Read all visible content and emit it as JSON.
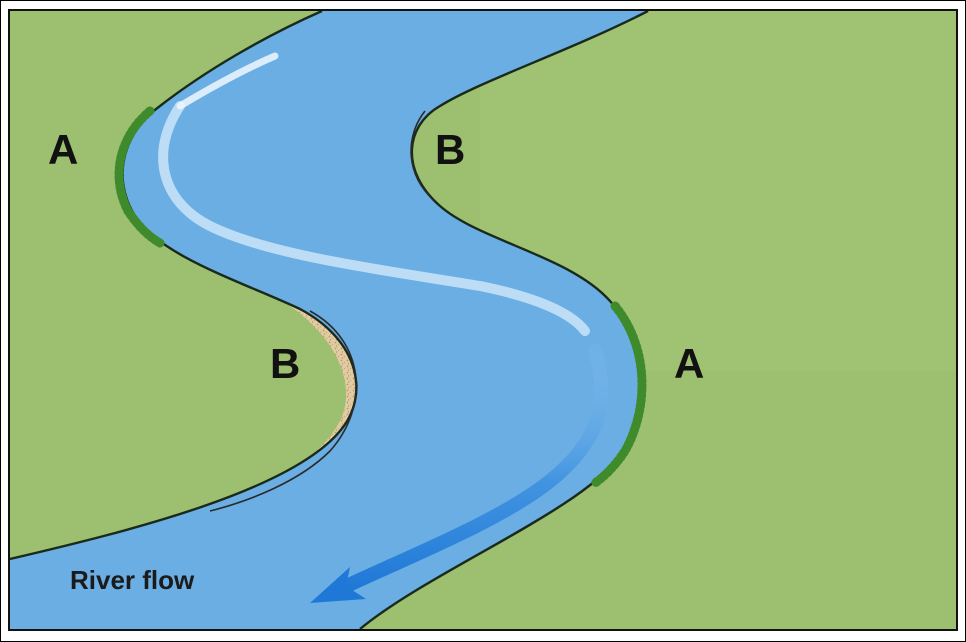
{
  "labels": {
    "outer_bank_left": "A",
    "inner_bank_top": "B",
    "inner_bank_bottom": "B",
    "outer_bank_right": "A",
    "river_flow": "River flow"
  },
  "colors": {
    "land": "#9cbf70",
    "water": "#6aaee3",
    "sand": "#ddc59c",
    "grass_edge": "#3f8a2b",
    "flow_arrow": "#1f78d6"
  }
}
